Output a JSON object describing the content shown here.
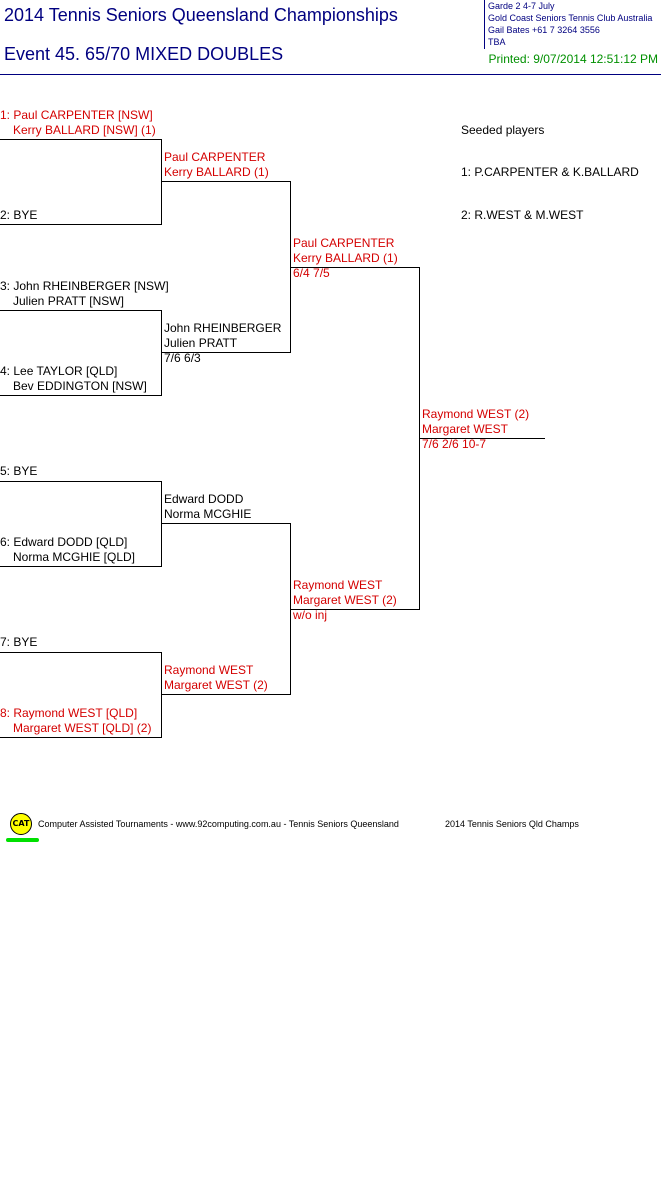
{
  "header": {
    "title": "2014 Tennis Seniors Queensland Championships",
    "event": "Event 45. 65/70 MIXED DOUBLES",
    "info_line1": "Garde 2    4-7 July",
    "info_line2": "Gold Coast Seniors Tennis Club    Australia",
    "info_line3": "Gail Bates    +61 7 3264 3556",
    "info_line4": "TBA",
    "printed": "Printed: 9/07/2014 12:51:12 PM"
  },
  "seeds": {
    "heading": "Seeded players",
    "list": [
      "1: P.CARPENTER & K.BALLARD",
      "2: R.WEST & M.WEST"
    ]
  },
  "round1": [
    {
      "line1": "1: Paul CARPENTER [NSW]",
      "line2": "Kerry BALLARD [NSW] (1)",
      "color": "#d40000"
    },
    {
      "line1": "2: BYE",
      "line2": "",
      "color": "#000000"
    },
    {
      "line1": "3: John RHEINBERGER [NSW]",
      "line2": "Julien PRATT [NSW]",
      "color": "#000000"
    },
    {
      "line1": "4: Lee TAYLOR [QLD]",
      "line2": "Bev EDDINGTON [NSW]",
      "color": "#000000"
    },
    {
      "line1": "5: BYE",
      "line2": "",
      "color": "#000000"
    },
    {
      "line1": "6: Edward DODD [QLD]",
      "line2": "Norma MCGHIE [QLD]",
      "color": "#000000"
    },
    {
      "line1": "7: BYE",
      "line2": "",
      "color": "#000000"
    },
    {
      "line1": "8: Raymond WEST [QLD]",
      "line2": "Margaret WEST [QLD] (2)",
      "color": "#d40000"
    }
  ],
  "round2": [
    {
      "line1": "Paul CARPENTER",
      "line2": "Kerry BALLARD (1)",
      "score": "",
      "color": "#d40000"
    },
    {
      "line1": "John RHEINBERGER",
      "line2": "Julien PRATT",
      "score": "7/6 6/3",
      "color": "#000000"
    },
    {
      "line1": "Edward DODD",
      "line2": "Norma MCGHIE",
      "score": "",
      "color": "#000000"
    },
    {
      "line1": "Raymond WEST",
      "line2": "Margaret WEST (2)",
      "score": "",
      "color": "#d40000"
    }
  ],
  "round3": [
    {
      "line1": "Paul CARPENTER",
      "line2": "Kerry BALLARD (1)",
      "score": "6/4 7/5",
      "color": "#d40000"
    },
    {
      "line1": "Raymond WEST",
      "line2": "Margaret WEST (2)",
      "score": "w/o inj",
      "color": "#d40000"
    }
  ],
  "final": {
    "line1": "Raymond WEST (2)",
    "line2": "Margaret WEST",
    "score": "7/6 2/6 10-7",
    "color": "#d40000"
  },
  "footer": {
    "logo_text": "CAT",
    "credit": "Computer Assisted Tournaments - www.92computing.com.au -  Tennis Seniors Queensland",
    "event_name": "2014 Tennis Seniors Qld Champs"
  }
}
